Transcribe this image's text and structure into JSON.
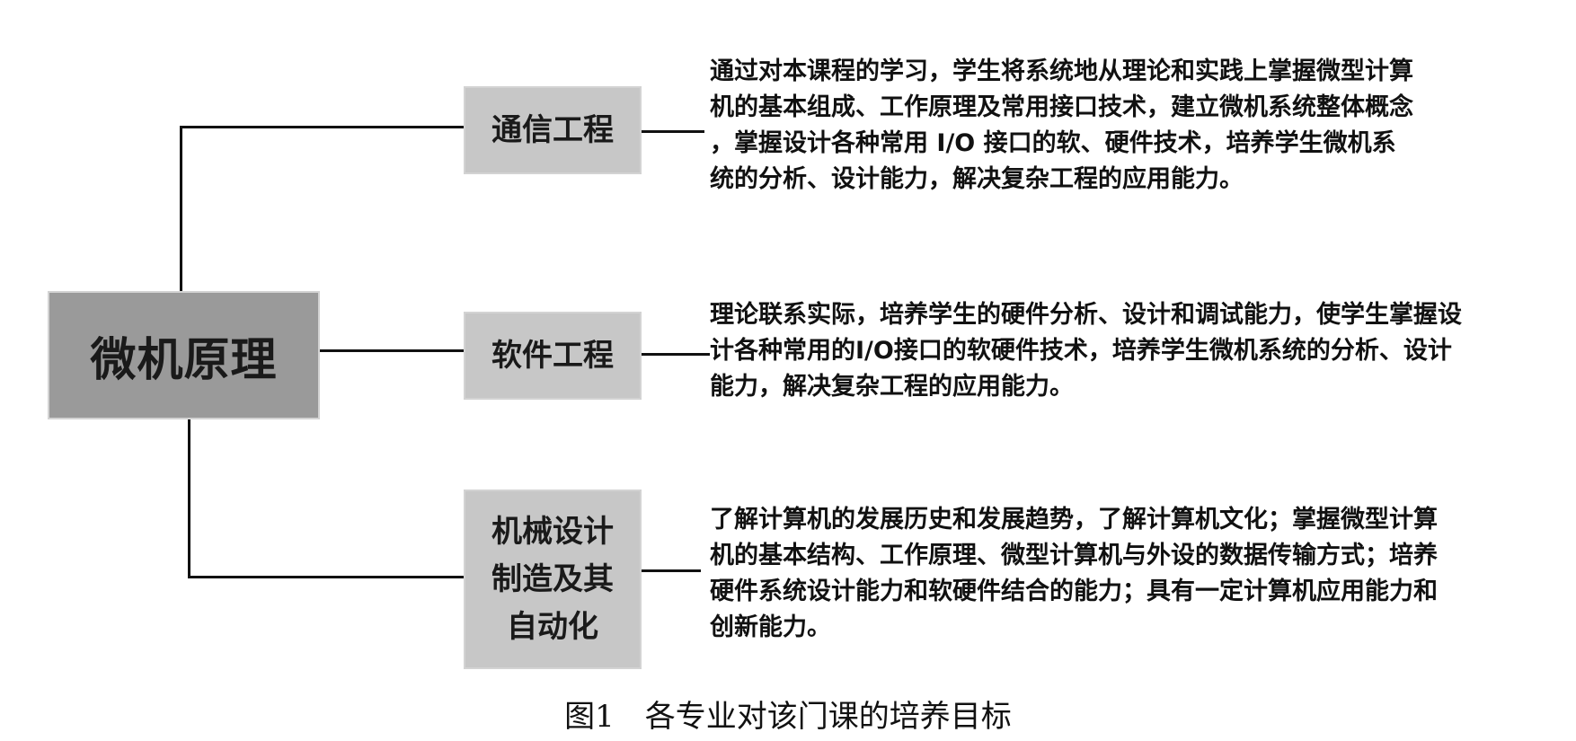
{
  "diagram": {
    "root": {
      "label": "微机原理"
    },
    "branches": [
      {
        "label": "通信工程",
        "description_lines": [
          "通过对本课程的学习，学生将系统地从理论和实践上掌握微型计算",
          "机的基本组成、工作原理及常用接口技术，建立微机系统整体概念",
          "，掌握设计各种常用 I/O 接口的软、硬件技术，培养学生微机系",
          "统的分析、设计能力，解决复杂工程的应用能力。"
        ]
      },
      {
        "label": "软件工程",
        "description_lines": [
          "理论联系实际，培养学生的硬件分析、设计和调试能力，使学生掌握设",
          "计各种常用的I/O接口的软硬件技术，培养学生微机系统的分析、设计",
          "能力，解决复杂工程的应用能力。"
        ]
      },
      {
        "label_lines": [
          "机械设计",
          "制造及其",
          "自动化"
        ],
        "description_lines": [
          "了解计算机的发展历史和发展趋势，了解计算机文化；掌握微型计算",
          "机的基本结构、工作原理、微型计算机与外设的数据传输方式；培养",
          "硬件系统设计能力和软硬件结合的能力；具有一定计算机应用能力和",
          "创新能力。"
        ]
      }
    ],
    "caption": "图1　各专业对该门课的培养目标"
  }
}
